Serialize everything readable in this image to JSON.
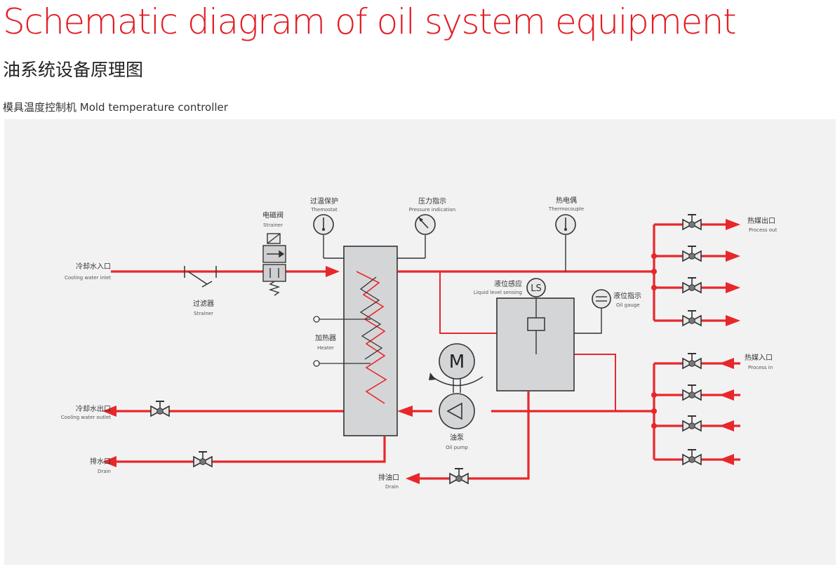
{
  "header": {
    "title": "Schematic diagram of oil system equipment",
    "subtitle": "油系统设备原理图",
    "caption": "模具温度控制机 Mold temperature controller"
  },
  "labels": {
    "cooling_in_cn": "冷却水入口",
    "cooling_in_en": "Cooling water inlet",
    "strainer_cn": "过滤器",
    "strainer_en": "Strainer",
    "solenoid_cn": "电磁阀",
    "solenoid_en": "Strainer",
    "thermostat_cn": "过温保护",
    "thermostat_en": "Themostat",
    "pressure_cn": "压力指示",
    "pressure_en": "Pressure indication",
    "thermocouple_cn": "热电偶",
    "thermocouple_en": "Thermocouple",
    "process_out_cn": "热媒出口",
    "process_out_en": "Process out",
    "level_sensing_cn": "液位感应",
    "level_sensing_en": "Liquid level sensing",
    "ls": "LS",
    "oil_gauge_cn": "液位指示",
    "oil_gauge_en": "Oil gauge",
    "heater_cn": "加热器",
    "heater_en": "Heater",
    "motor": "M",
    "process_in_cn": "热媒入口",
    "process_in_en": "Process in",
    "cooling_out_cn": "冷却水出口",
    "cooling_out_en": "Cooling water outlet",
    "oil_pump_cn": "油泵",
    "oil_pump_en": "Oil pump",
    "drain_cn": "排水口",
    "drain_en": "Drain",
    "oil_drain_cn": "排油口",
    "oil_drain_en": "Drain"
  },
  "colors": {
    "accent": "#e21f26",
    "pipe": "#e8272a",
    "equipment_fill": "#d4d5d7",
    "line": "#333333",
    "panel": "#f2f2f3"
  }
}
